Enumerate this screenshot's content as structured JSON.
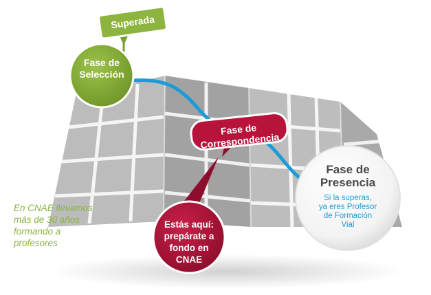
{
  "badge_superada": "Superada",
  "fase_seleccion": [
    "Fase de",
    "Selección"
  ],
  "fase_correspondencia": [
    "Fase de",
    "Correspondencia"
  ],
  "estas_aqui": [
    "Estás aquí:",
    "prepárate a",
    "fondo en",
    "CNAE"
  ],
  "fase_presencia": {
    "title": [
      "Fase de",
      "Presencia"
    ],
    "subtitle": [
      "Si la superas,",
      "ya eres Profesor",
      "de Formación",
      "Vial"
    ]
  },
  "cnae_text": [
    "En CNAE llevamos",
    "más  de 30 años",
    "formando a",
    "profesores"
  ],
  "colors": {
    "green": "#8db43e",
    "red": "#b8143b",
    "route_blue": "#1b9bd7",
    "map_gray": "#b5b5b5"
  }
}
